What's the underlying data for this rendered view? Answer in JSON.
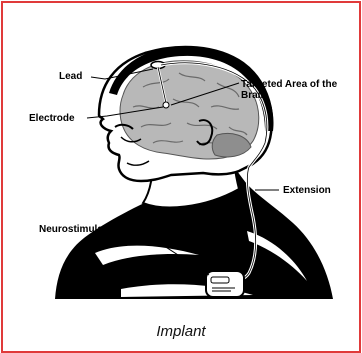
{
  "labels": {
    "lead": "Lead",
    "targeted_area": "Targeted Area of the Brain",
    "electrode": "Electrode",
    "extension": "Extension",
    "neurostimulator": "Neurostimulator"
  },
  "caption": "Implant",
  "colors": {
    "frame_border": "#e03a3a",
    "outline": "#000000",
    "brain": "#b8b8b8",
    "background": "#ffffff"
  }
}
